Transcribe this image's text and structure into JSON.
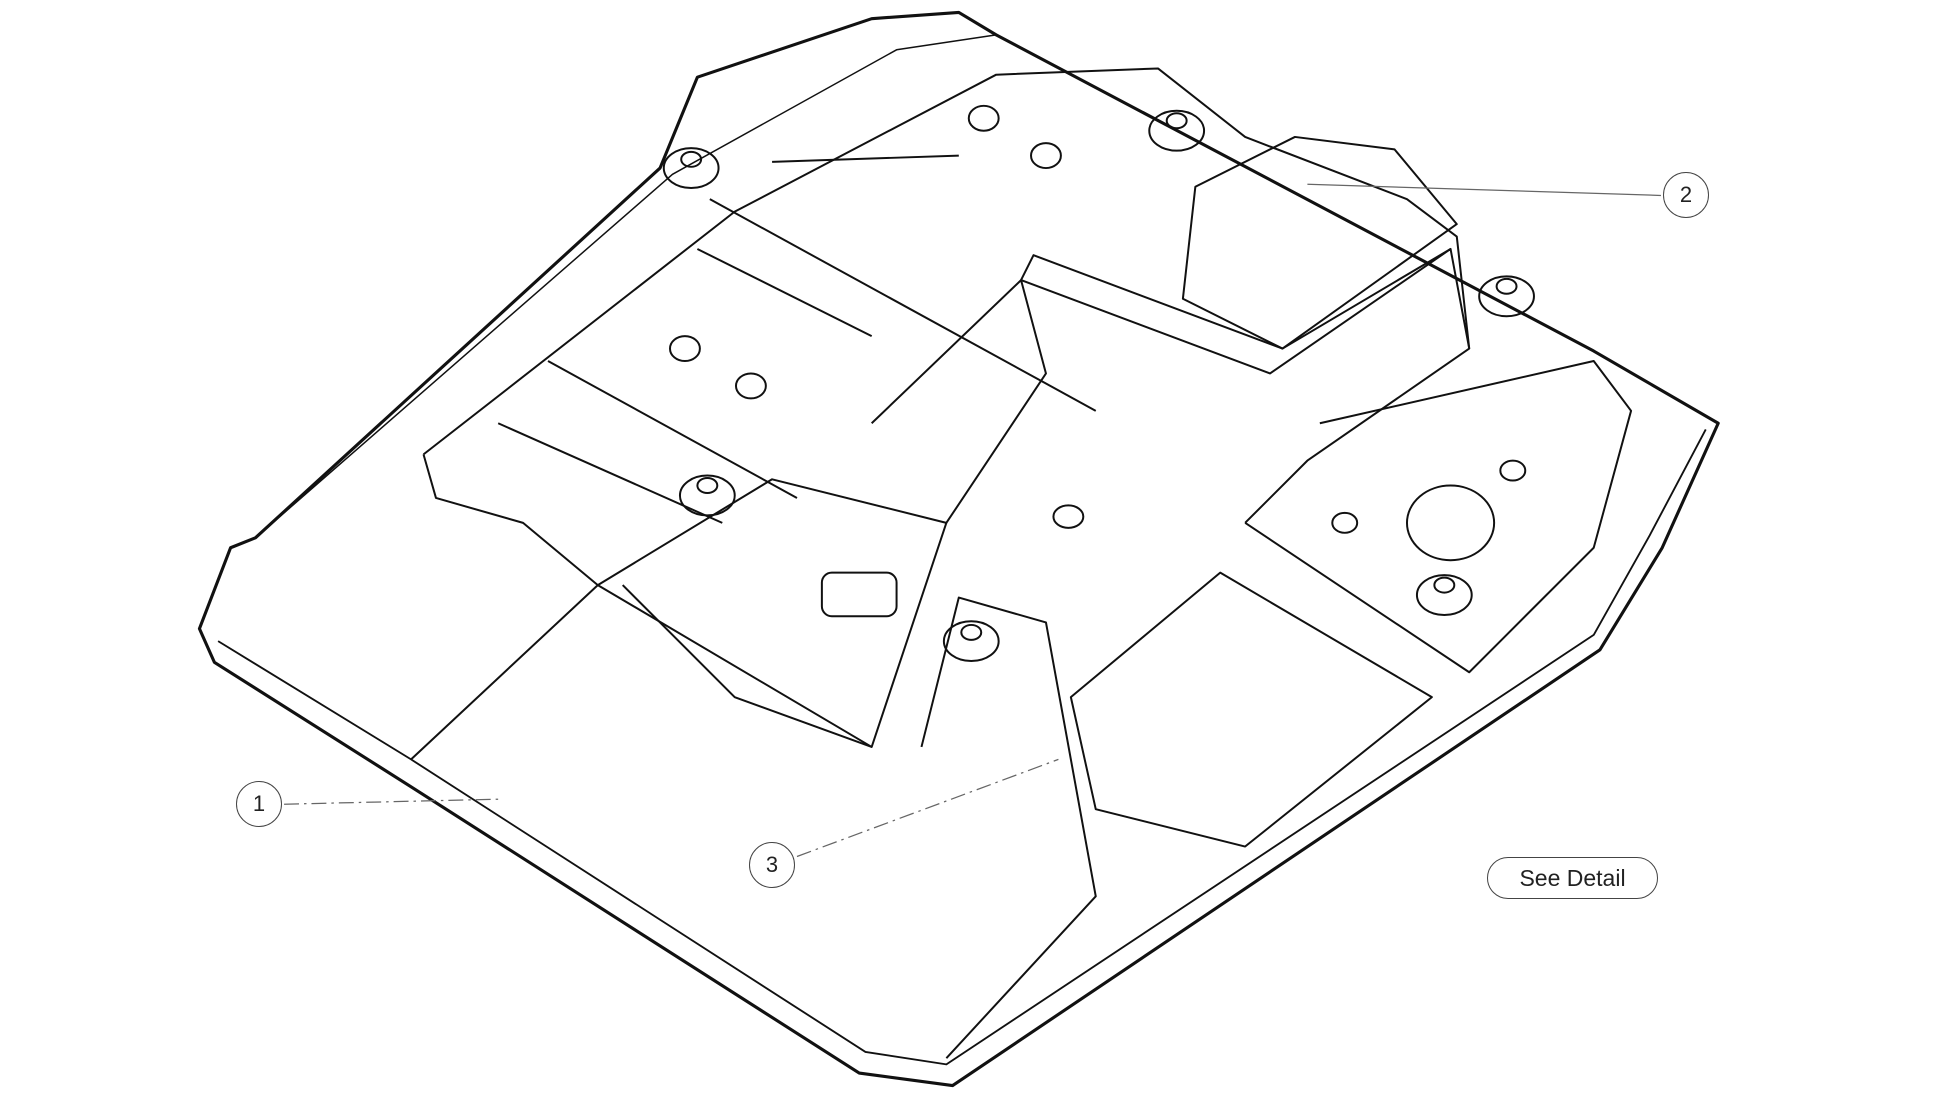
{
  "callouts": [
    {
      "label": "1"
    },
    {
      "label": "2"
    },
    {
      "label": "3"
    }
  ],
  "see_detail_label": "See Detail"
}
